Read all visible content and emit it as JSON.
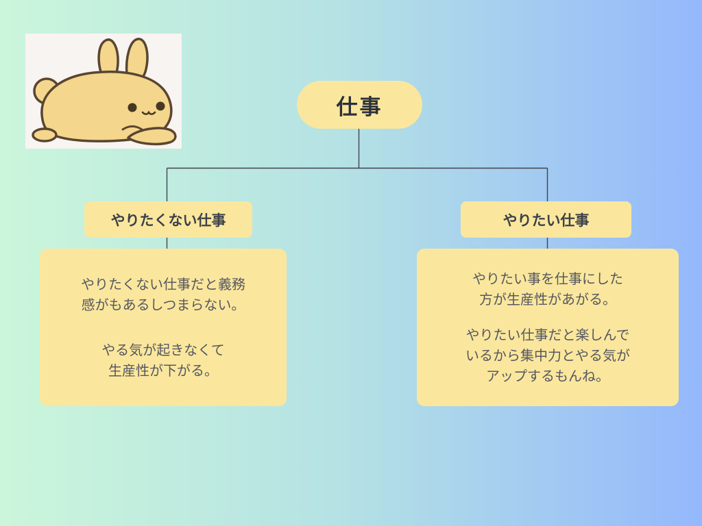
{
  "colors": {
    "background_left": "#CBF6DB",
    "background_right": "#94B8FC",
    "node_fill": "#FAE79D",
    "connector_line": "#40434B",
    "root_text": "#2D3139",
    "body_text": "#565761",
    "bunny_body": "#F4D68C",
    "bunny_outline": "#594531",
    "photo_background": "#F8F4F1"
  },
  "illustration": {
    "name": "bunny-illustration"
  },
  "mindmap": {
    "root": {
      "label": "仕事"
    },
    "branches": [
      {
        "label": "やりたくない仕事",
        "details": [
          "やりたくない仕事だと義務\n感がもあるしつまらない。",
          "やる気が起きなくて\n生産性が下がる。"
        ]
      },
      {
        "label": "やりたい仕事",
        "details": [
          "やりたい事を仕事にした\n方が生産性があがる。",
          "やりたい仕事だと楽しんで\nいるから集中力とやる気が\nアップするもんね。"
        ]
      }
    ]
  }
}
